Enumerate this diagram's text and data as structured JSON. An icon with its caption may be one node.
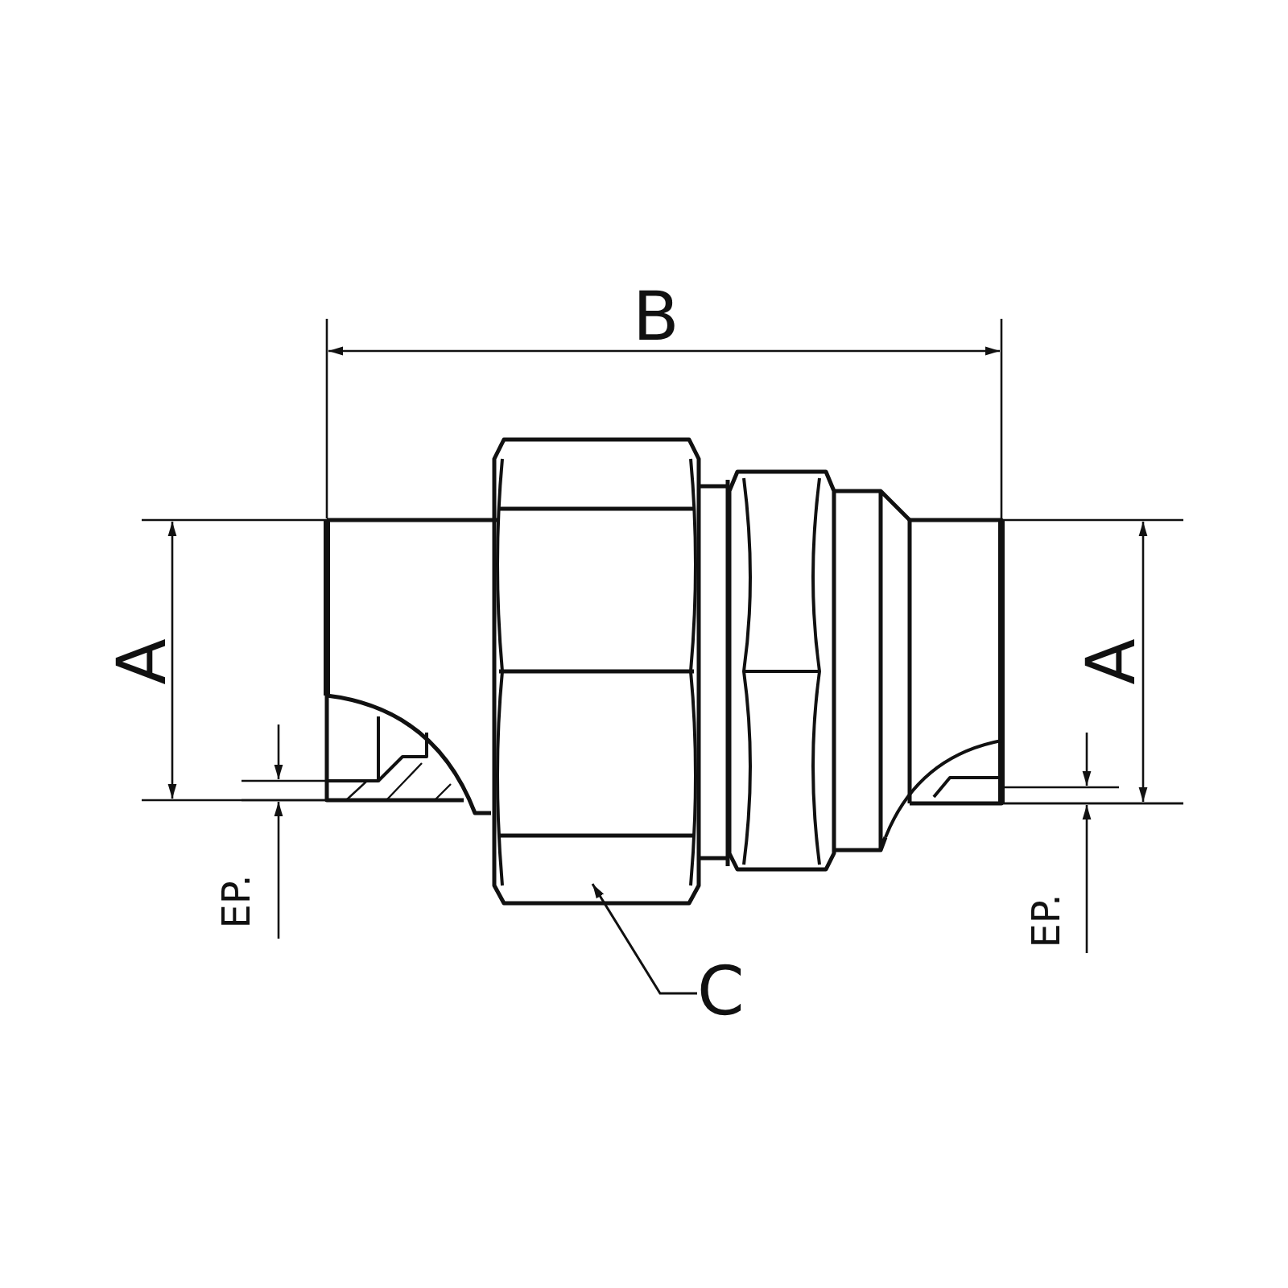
{
  "diagram": {
    "nodes": [
      {
        "text": [
          "C"
        ]
      },
      {
        "text": [],
        "shape": "box"
      }
    ],
    "edges": [
      {
        "from": 0,
        "to": 1,
        "arrow": "to"
      }
    ],
    "labels": [
      "B",
      "A",
      "A",
      "EP.",
      "EP."
    ]
  }
}
